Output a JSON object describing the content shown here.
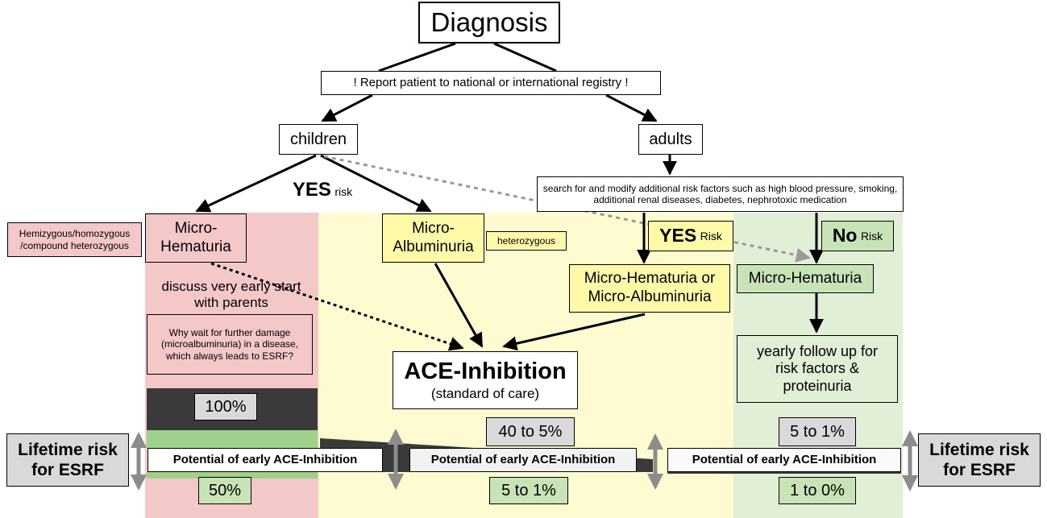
{
  "title": "Diagnosis",
  "registry": "! Report patient to national or international registry !",
  "children": "children",
  "adults": "adults",
  "yes_risk_children": {
    "main": "YES",
    "sub": "risk"
  },
  "genotype_hemi": "Hemizygous/homozygous /compound heterozygous",
  "genotype_het": "heterozygous",
  "micro_hematuria_children": "Micro-Hematuria",
  "micro_albuminuria_children": "Micro-Albuminuria",
  "adults_risk_factors": "search for and modify additional risk factors such as high blood pressure, smoking, additional renal diseases, diabetes, nephrotoxic medication",
  "yes_risk_adults": {
    "main": "YES",
    "sub": "Risk"
  },
  "no_risk_adults": {
    "main": "No",
    "sub": "Risk"
  },
  "micro_hem_or_alb": "Micro-Hematuria or Micro-Albuminuria",
  "micro_hematuria_adults": "Micro-Hematuria",
  "discuss": "discuss very early start with parents",
  "why_wait": "Why wait for further damage (microalbuminuria) in a disease, which always leads to ESRF?",
  "ace_title": "ACE-Inhibition",
  "ace_sub": "(standard of care)",
  "yearly": "yearly follow up for risk factors & proteinuria",
  "lifetime_risk": "Lifetime risk for ESRF",
  "potential": "Potential of early ACE-Inhibition",
  "risk_values": {
    "pink_top": "100%",
    "pink_bottom": "50%",
    "yellow_top": "40 to 5%",
    "yellow_bottom": "5 to 1%",
    "green_top": "5 to 1%",
    "green_bottom": "1 to 0%"
  },
  "colors": {
    "pink_zone": "#f4c7c9",
    "yellow_zone": "#fffbd0",
    "green_zone": "#e0efd6",
    "dark_band": "#3a3a3a",
    "green_band": "#9fd18a",
    "arrow_gray": "#8c8c8c"
  }
}
